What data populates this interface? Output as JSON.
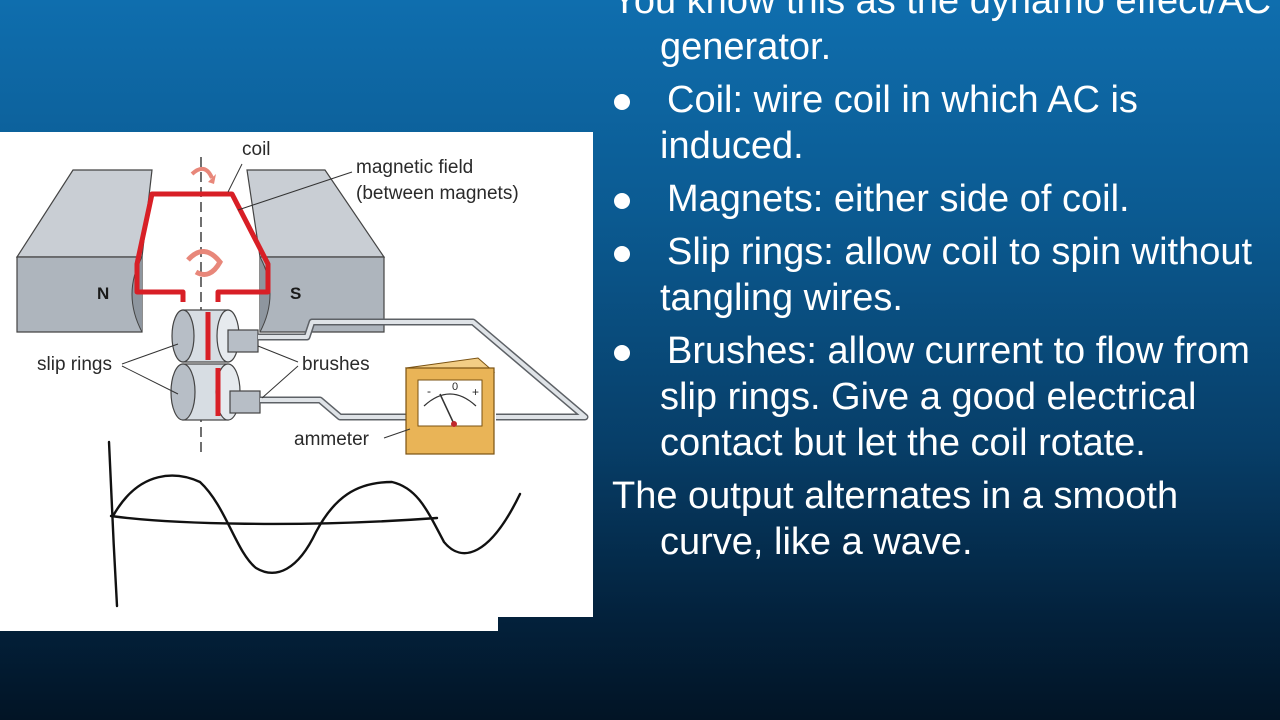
{
  "slide": {
    "intro": "You know this as the dynamo effect/AC generator.",
    "bullets": [
      "Coil: wire coil in which AC is induced.",
      "Magnets: either side of coil.",
      "Slip rings: allow coil to spin without tangling wires.",
      "Brushes: allow current to flow from slip rings. Give a good electrical contact but let the coil rotate."
    ],
    "closing": "The output alternates in a smooth curve, like a wave."
  },
  "diagram": {
    "labels": {
      "coil": "coil",
      "magnetic_field_line1": "magnetic field",
      "magnetic_field_line2": "(between magnets)",
      "slip_rings": "slip rings",
      "brushes": "brushes",
      "ammeter": "ammeter",
      "north_pole": "N",
      "south_pole": "S",
      "meter_zero": "0",
      "meter_minus": "-",
      "meter_plus": "+"
    }
  },
  "colors": {
    "coil": "#d81f26",
    "magnet": "#a9b1ba",
    "ammeter_case": "#e9b457",
    "text": "#ffffff"
  }
}
